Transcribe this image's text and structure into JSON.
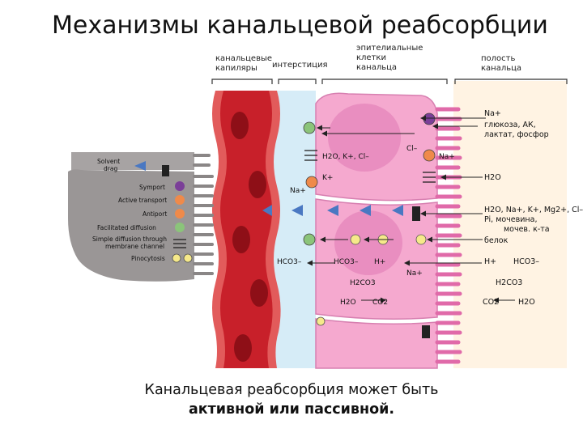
{
  "title": "Механизмы канальцевой реабсорбции",
  "caption": {
    "line1": "Канальцевая реабсорбция может быть",
    "line2": "активной или пассивной."
  },
  "regions": {
    "capillaries": [
      "канальцевые",
      "капиляры"
    ],
    "interstitium": "интерстиция",
    "epithelium": [
      "эпителиальные",
      "клетки",
      "канальца"
    ],
    "lumen": [
      "полость",
      "канальца"
    ]
  },
  "legend": {
    "solvent_drag": [
      "Solvent",
      "drag"
    ],
    "symport": "Symport",
    "active_transport": "Active transport",
    "antiport": "Antiport",
    "facilitated_diffusion": "Facilitated diffusion",
    "simple_diffusion": [
      "Simple diffusion through",
      "membrane channel"
    ],
    "pinocytosis": "Pinocytosis"
  },
  "labels": {
    "na_plus": "Na+",
    "k_plus": "K+",
    "cl_minus": "Cl–",
    "h2o": "H2O",
    "hco3": "HCO3–",
    "h_plus": "H+",
    "h2co3": "H2CO3",
    "co2": "CO2",
    "basolateral_ions": "H2O, K+, Cl–",
    "lumen_na": "Na+",
    "lumen_glucose": "глюкоза, АК,",
    "lumen_lactate": "лактат, фосфор",
    "lumen_h2o": "H2O",
    "lumen_mix_1": "H2O, Na+, K+, Mg2+, Cl–,",
    "lumen_mix_2": "Pi, мочевина,",
    "lumen_mix_3": "мочев. к-та",
    "lumen_protein": "белок"
  },
  "colors": {
    "blood": "#c8202a",
    "capillary_wall": "#e25b5b",
    "interstitium": "#d6ecf7",
    "cell": "#f5a9cf",
    "cell_nucleus": "#e98ec0",
    "lumen": "#fff3e3",
    "legend_cell": "#9a9696",
    "symport": "#7b3f98",
    "active": "#ef8a4a",
    "facilitated": "#8bc47a",
    "pinocytosis": "#f6e98a",
    "drag": "#4a78c2"
  }
}
